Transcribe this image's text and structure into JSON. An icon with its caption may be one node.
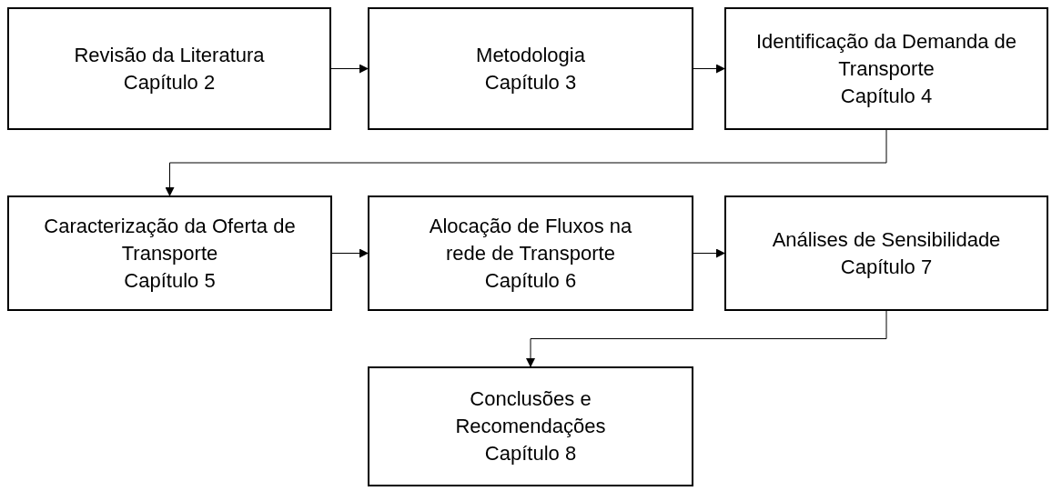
{
  "diagram": {
    "nodes": [
      {
        "text": [
          "Revisão da Literatura",
          "Capítulo 2"
        ]
      },
      {
        "text": [
          "Metodologia",
          "Capítulo 3"
        ]
      },
      {
        "text": [
          "Identificação da Demanda de Transporte",
          "Capítulo 4"
        ]
      },
      {
        "text": [
          "Caracterização da Oferta de Transporte",
          "Capítulo 5"
        ]
      },
      {
        "text": [
          "Alocação de Fluxos na rede de Transporte",
          "Capítulo 6"
        ]
      },
      {
        "text": [
          "Análises de Sensibilidade",
          "Capítulo 7"
        ]
      },
      {
        "text": [
          "Conclusões e Recomendações",
          "Capítulo 8"
        ]
      }
    ],
    "edges": [
      {
        "from": 0,
        "to": 1,
        "arrow": "to"
      },
      {
        "from": 1,
        "to": 2,
        "arrow": "to"
      },
      {
        "from": 2,
        "to": 3,
        "arrow": "to"
      },
      {
        "from": 3,
        "to": 4,
        "arrow": "to"
      },
      {
        "from": 4,
        "to": 5,
        "arrow": "to"
      },
      {
        "from": 5,
        "to": 6,
        "arrow": "to"
      }
    ]
  }
}
